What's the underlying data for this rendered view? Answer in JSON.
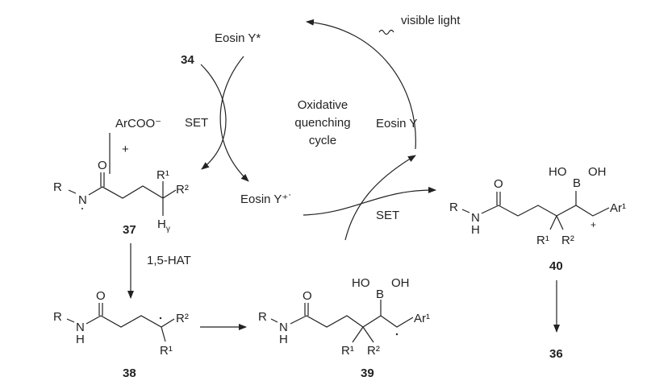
{
  "cycle": {
    "eosin_excited": "Eosin Y*",
    "eosin_ground": "Eosin Y",
    "eosin_radical_cation": "Eosin Y⁺˙",
    "light": "visible light",
    "cycle_line1": "Oxidative",
    "cycle_line2": "quenching",
    "cycle_line3": "cycle",
    "set_left": "SET",
    "set_bottom": "SET"
  },
  "reagent": {
    "compound": "34",
    "carboxylate": "ArCOO⁻",
    "plus": "+"
  },
  "c37": {
    "label": "37",
    "R": "R",
    "N": "N",
    "O": "O",
    "R1": "R¹",
    "R2": "R²",
    "H": "H",
    "gamma": "γ"
  },
  "step": {
    "hat": "1,5-HAT"
  },
  "c38": {
    "label": "38",
    "R": "R",
    "N": "N",
    "H": "H",
    "O": "O",
    "R1": "R¹",
    "R2": "R²"
  },
  "c39": {
    "label": "39",
    "R": "R",
    "N": "N",
    "H": "H",
    "O": "O",
    "R1": "R¹",
    "R2": "R²",
    "HO": "HO",
    "B": "B",
    "OH": "OH",
    "Ar1": "Ar¹"
  },
  "c40": {
    "label": "40",
    "R": "R",
    "N": "N",
    "H": "H",
    "O": "O",
    "R1": "R¹",
    "R2": "R²",
    "HO": "HO",
    "B": "B",
    "OH": "OH",
    "Ar1": "Ar¹",
    "charge": "+"
  },
  "product": {
    "label": "36"
  }
}
